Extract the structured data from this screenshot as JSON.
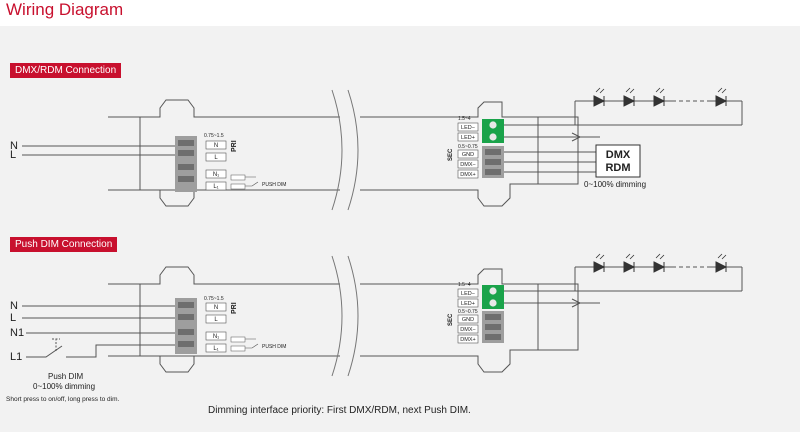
{
  "title": "Wiring Diagram",
  "sections": {
    "dmx": {
      "label": "DMX/RDM Connection",
      "inputs": [
        "N",
        "L"
      ],
      "pri_wire_gauge": "0.75~1.5",
      "pri_label": "PRI",
      "pri_terminals": [
        "N",
        "L",
        "N₁",
        "L₁"
      ],
      "push_dim_label": "PUSH DIM",
      "sec_label": "SEC",
      "led_wire_gauge": "1.5~4",
      "led_terminals": [
        "LED−",
        "LED+"
      ],
      "dmx_wire_gauge": "0.5~0.75",
      "dmx_terminals": [
        "GND",
        "DMX−",
        "DMX+"
      ],
      "controller_lines": [
        "DMX",
        "RDM"
      ],
      "dimming_text": "0~100% dimming"
    },
    "push": {
      "label": "Push DIM Connection",
      "inputs": [
        "N",
        "L",
        "N1",
        "L1"
      ],
      "pri_wire_gauge": "0.75~1.5",
      "pri_label": "PRI",
      "pri_terminals": [
        "N",
        "L",
        "N₁",
        "L₁"
      ],
      "push_dim_label": "PUSH DIM",
      "sec_label": "SEC",
      "led_wire_gauge": "1.5~4",
      "led_terminals": [
        "LED−",
        "LED+"
      ],
      "dmx_wire_gauge": "0.5~0.75",
      "dmx_terminals": [
        "GND",
        "DMX−",
        "DMX+"
      ],
      "switch_label": "Push DIM",
      "dimming_text": "0~100% dimming",
      "press_note": "Short press to on/off, long press to dim."
    }
  },
  "priority_note": "Dimming interface priority: First DMX/RDM, next Push DIM.",
  "colors": {
    "accent": "#c8102e",
    "terminal_green": "#1aa34a",
    "panel": "#f2f2f2",
    "line": "#444444"
  }
}
